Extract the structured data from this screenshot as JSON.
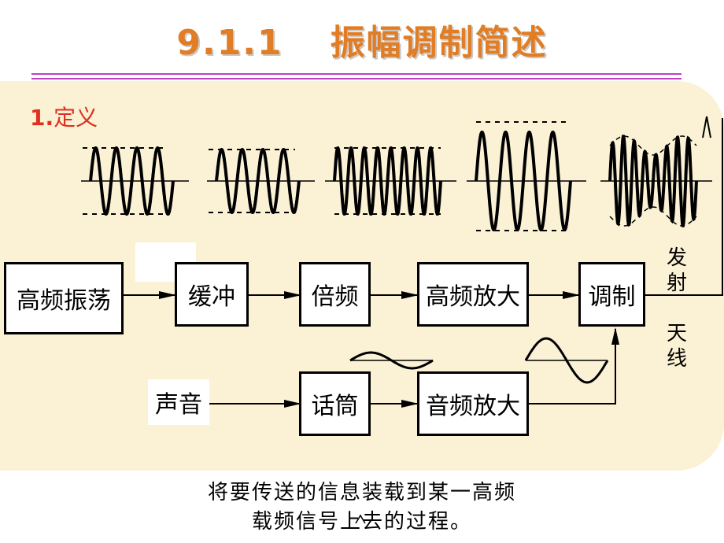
{
  "title": {
    "number": "9.1.1",
    "text": "振幅调制简述"
  },
  "definition_label": {
    "num": "1.",
    "text": "定义"
  },
  "blocks": {
    "osc": "高频振荡",
    "buffer": "缓冲",
    "multiplier": "倍频",
    "hf_amp": "高频放大",
    "modulator": "调制",
    "sound": "声音",
    "mic": "话筒",
    "af_amp": "音频放大"
  },
  "transmit_label": [
    "发",
    "射"
  ],
  "antenna_label": [
    "天",
    "线"
  ],
  "caption": {
    "line1": "将要传送的信息装载到某一高频",
    "line2": "载频信号上去的过程。"
  },
  "colors": {
    "title": "#e07d25",
    "rule": "#c040c0",
    "panel": "#fbf1d5",
    "definition": "#e0301e"
  }
}
